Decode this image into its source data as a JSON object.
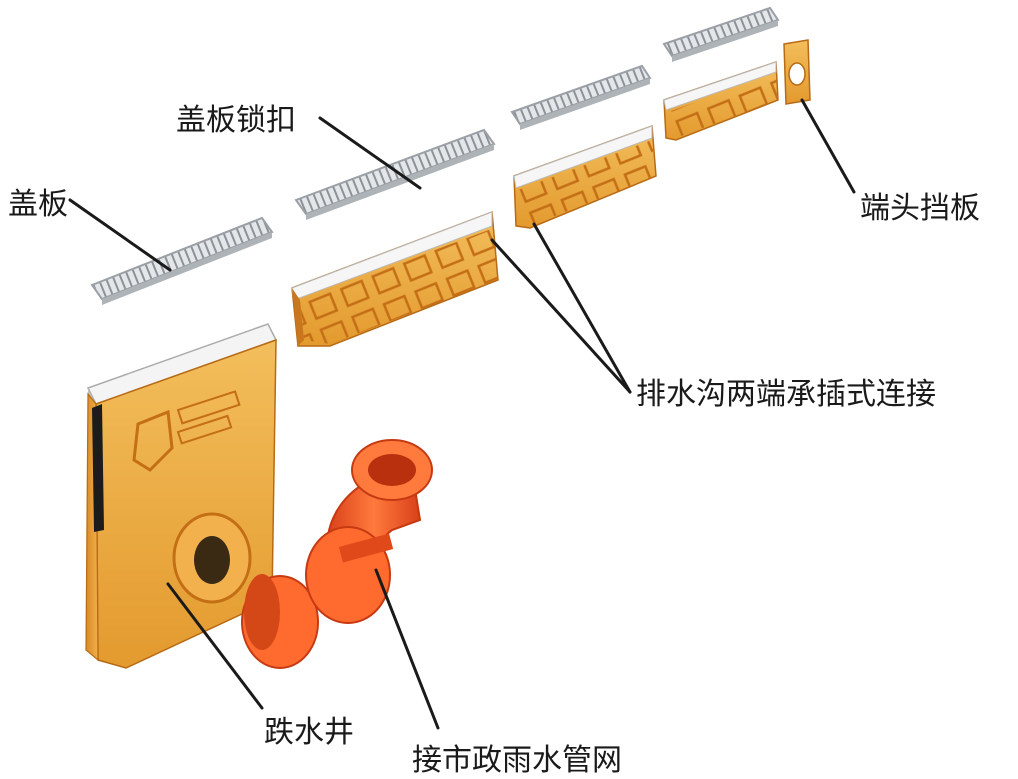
{
  "labels": {
    "cover": "盖板",
    "cover_lock": "盖板锁扣",
    "end_plate": "端头挡板",
    "socket_joint": "排水沟两端承插式连接",
    "drop_well": "跌水井",
    "municipal_connection": "接市政雨水管网"
  },
  "colors": {
    "channel_orange": "#e8a33a",
    "channel_dark": "#c9771f",
    "pipe_red": "#ee5a24",
    "grate_gray": "#c8ccd0",
    "leader_line": "#1a1a1a"
  }
}
